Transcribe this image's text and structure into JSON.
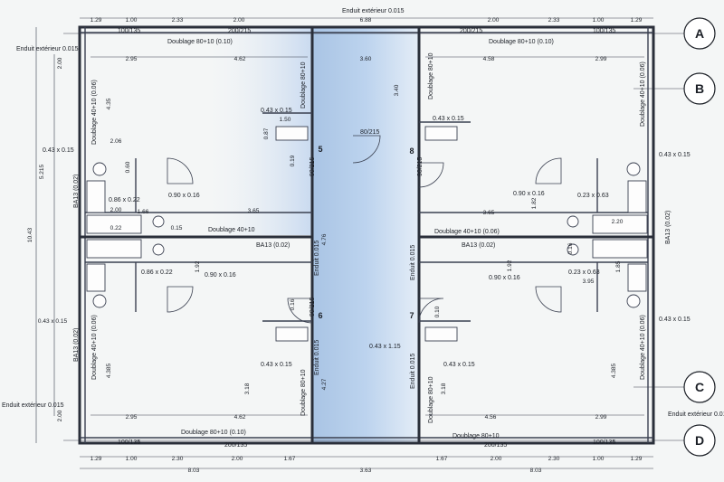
{
  "axes": [
    "A",
    "B",
    "C",
    "D"
  ],
  "walls": {
    "enduit_exterieur": "Enduit extérieur 0.015",
    "doublage_80_top": "Doublage 80+10 (0.10)",
    "doublage_80_bottom": "Doublage 80+10 (0.10)",
    "doublage_80_short": "Doublage 80+10",
    "doublage_40": "Doublage 40+10 (0.06)",
    "doublage_40_short": "Doublage 40+10",
    "ba13": "BA13 (0.02)",
    "enduit_015": "Enduit 0.015"
  },
  "openings": {
    "window_100_135": "100/135",
    "window_200_215": "200/215",
    "window_200_135": "200/135",
    "door_90_215": "90/215",
    "door_80_215": "80/215",
    "vent_043_015": "0.43 x 0.15",
    "vent_090_016": "0.90 x 0.16",
    "vent_086_022": "0.86 x 0.22",
    "vent_023_063": "0.23 x 0.63",
    "vent_043_115": "0.43 x 1.15"
  },
  "rooms": [
    "5",
    "6",
    "7",
    "8"
  ],
  "dims": {
    "top": [
      "1.29",
      "1.00",
      "2.33",
      "2.00",
      "6.88",
      "2.00",
      "2.33",
      "1.00",
      "1.29"
    ],
    "bottom": [
      "1.29",
      "1.00",
      "2.30",
      "2.00",
      "1.67",
      "1.67",
      "2.00",
      "2.30",
      "1.00",
      "1.29"
    ],
    "bottom_totals": [
      "8.03",
      "3.63",
      "8.03"
    ],
    "left": [
      "2.00",
      "5.215",
      "10.43",
      "0.43 x 0.15",
      "2.00"
    ],
    "interior": [
      "2.95",
      "4.62",
      "3.60",
      "4.58",
      "2.99",
      "4.35",
      "3.40",
      "1.50",
      "0.87",
      "0.19",
      "2.06",
      "0.60",
      "1.66",
      "2.00",
      "0.22",
      "0.15",
      "3.65",
      "3.65",
      "1.82",
      "2.20",
      "0.16",
      "1.85",
      "1.92",
      "1.92",
      "0.16",
      "4.76",
      "4.385",
      "3.18",
      "4.27",
      "3.18",
      "4.385",
      "2.95",
      "4.62",
      "4.56",
      "2.99",
      "3.95",
      "0.10"
    ]
  }
}
